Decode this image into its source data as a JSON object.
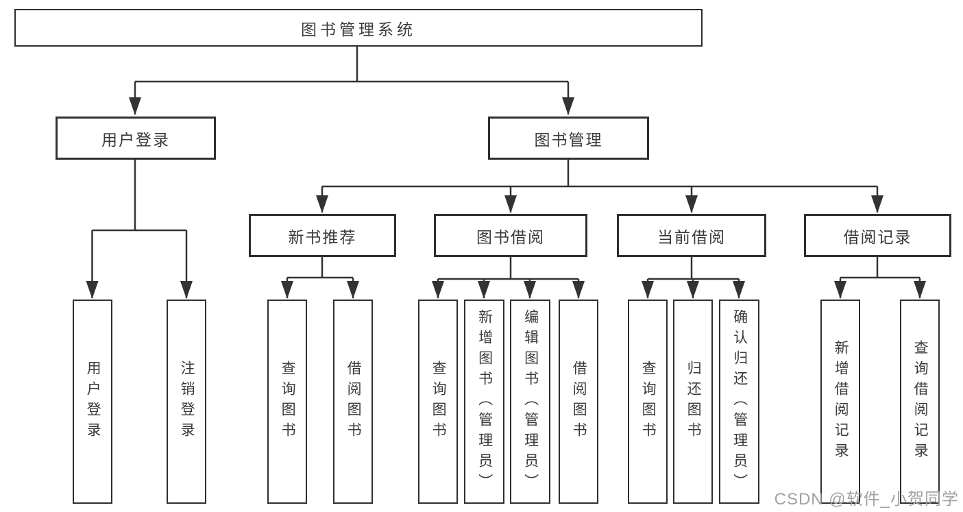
{
  "title": "图书管理系统",
  "tree": {
    "label": "图书管理系统",
    "children": [
      {
        "label": "用户登录",
        "children": [
          {
            "label": "用户登录"
          },
          {
            "label": "注销登录"
          }
        ]
      },
      {
        "label": "图书管理",
        "children": [
          {
            "label": "新书推荐",
            "children": [
              {
                "label": "查询图书"
              },
              {
                "label": "借阅图书"
              }
            ]
          },
          {
            "label": "图书借阅",
            "children": [
              {
                "label": "查询图书"
              },
              {
                "label": "新增图书（管理员）"
              },
              {
                "label": "编辑图书（管理员）"
              },
              {
                "label": "借阅图书"
              }
            ]
          },
          {
            "label": "当前借阅",
            "children": [
              {
                "label": "查询图书"
              },
              {
                "label": "归还图书"
              },
              {
                "label": "确认归还（管理员）"
              }
            ]
          },
          {
            "label": "借阅记录",
            "children": [
              {
                "label": "新增借阅记录"
              },
              {
                "label": "查询借阅记录"
              }
            ]
          }
        ]
      }
    ]
  },
  "watermark": {
    "text": "CSDN @软件_小贺同学"
  },
  "colors": {
    "background": "#ffffff",
    "line": "#333333",
    "box_border": "#2f2f2f",
    "text": "#3a3a3a",
    "watermark": "#a2a2a2"
  }
}
